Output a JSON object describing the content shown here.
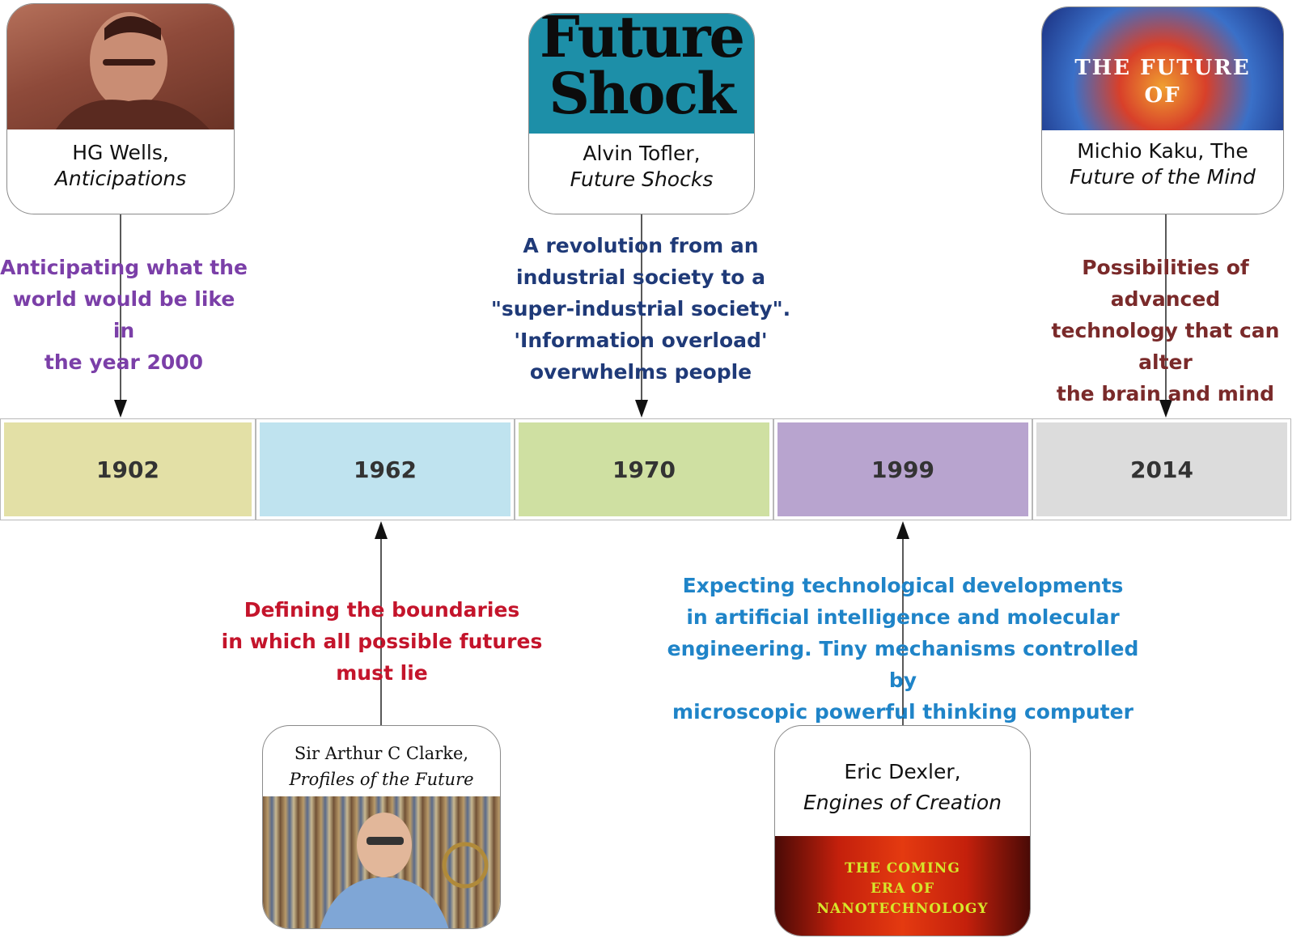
{
  "years": [
    "1902",
    "1962",
    "1970",
    "1999",
    "2014"
  ],
  "events": {
    "wells": {
      "name_line": "HG Wells,",
      "work": "Anticipations",
      "description": [
        "Anticipating what the",
        "world would be like in",
        "the year 2000"
      ],
      "color": "#7b3fa8"
    },
    "clarke": {
      "name_line": "Sir Arthur C Clarke,",
      "work": "Profiles of the Future",
      "description": [
        "Defining the boundaries",
        "in which all possible futures",
        "must lie"
      ],
      "color": "#c4142b"
    },
    "tofler": {
      "name_line": "Alvin Tofler,",
      "work": "Future Shocks",
      "description": [
        "A revolution from an",
        "industrial society to a",
        "\"super-industrial society\".",
        "'Information overload'",
        "overwhelms people"
      ],
      "color": "#1f3a78",
      "cover_text": [
        "Future",
        "Shock"
      ]
    },
    "dexler": {
      "name_line": "Eric Dexler,",
      "work": "Engines of Creation",
      "description": [
        "Expecting technological developments",
        "in artificial intelligence and molecular",
        "engineering. Tiny mechanisms controlled by",
        "microscopic powerful thinking computer"
      ],
      "color": "#1f84c8",
      "cover_text": [
        "THE COMING",
        "ERA OF",
        "NANOTECHNOLOGY"
      ]
    },
    "kaku": {
      "name_line": "Michio Kaku, The",
      "work": "Future of the Mind",
      "description": [
        "Possibilities of advanced",
        "technology that can alter",
        "the brain and mind"
      ],
      "color": "#7a2a2a",
      "cover_text": [
        "THE FUTURE",
        "OF"
      ]
    }
  },
  "segment_colors": [
    "#e3e0a6",
    "#bfe3ef",
    "#cfe0a2",
    "#b8a4cf",
    "#dcdcdc"
  ]
}
